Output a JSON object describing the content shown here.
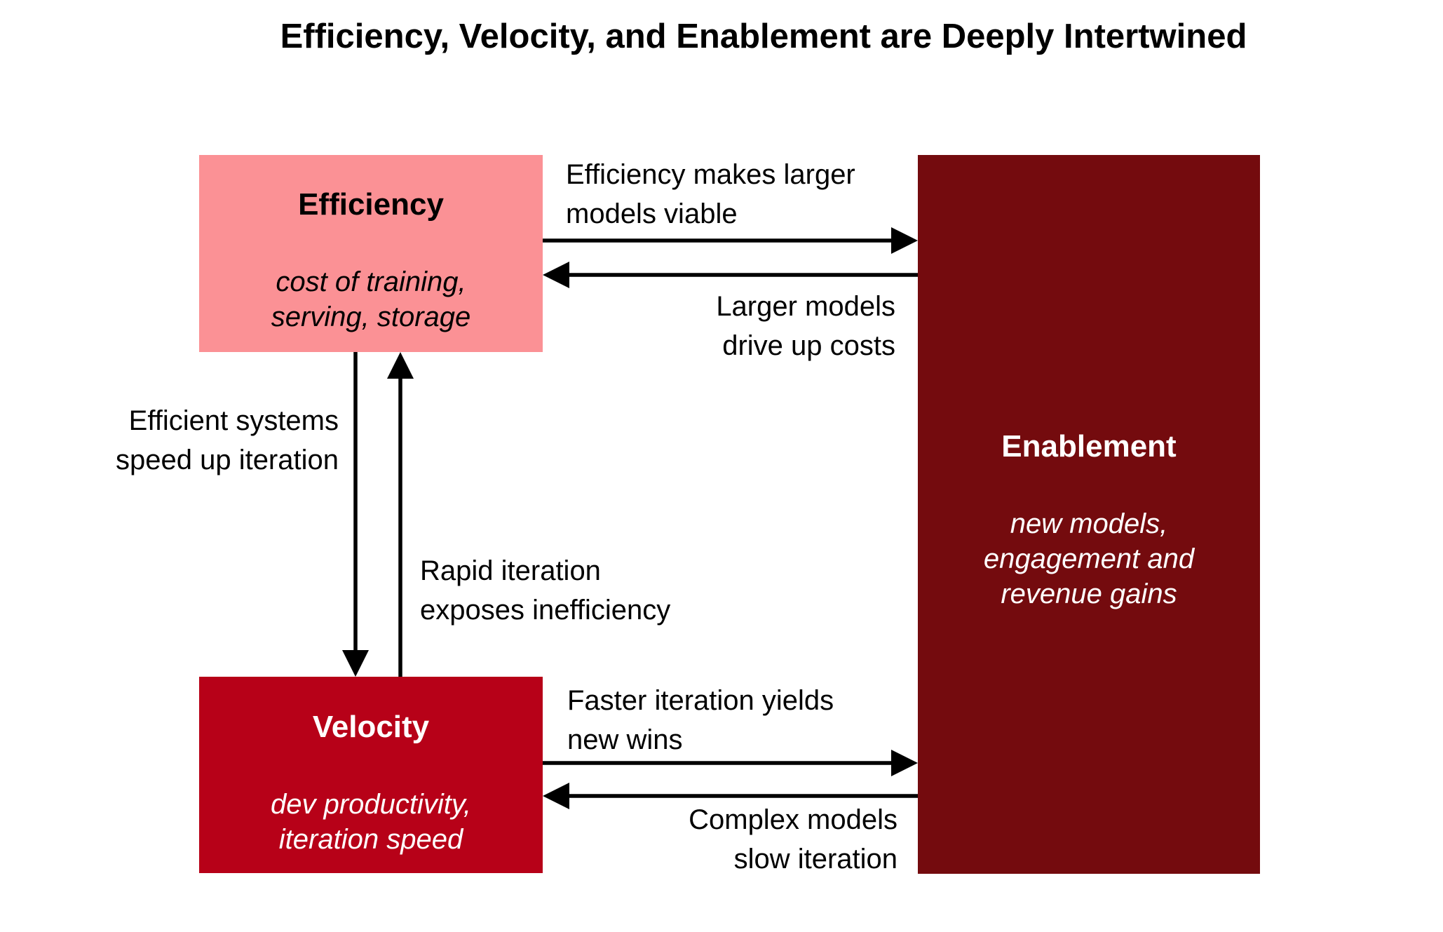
{
  "title": "Efficiency, Velocity, and Enablement are Deeply Intertwined",
  "colors": {
    "background": "#FFFFFF",
    "efficiency_fill": "#FB9195",
    "velocity_fill": "#B70118",
    "enablement_fill": "#740B0E",
    "arrow_color": "#000000",
    "title_text": "#000000",
    "light_text": "#FFFFFF"
  },
  "nodes": {
    "efficiency": {
      "label": "Efficiency",
      "sublines": [
        "cost of training,",
        "serving, storage"
      ]
    },
    "velocity": {
      "label": "Velocity",
      "sublines": [
        "dev productivity,",
        "iteration speed"
      ]
    },
    "enablement": {
      "label": "Enablement",
      "sublines": [
        "new models,",
        "engagement and",
        "revenue gains"
      ]
    }
  },
  "edges": [
    {
      "from": "Efficiency",
      "to": "Enablement",
      "direction": "right",
      "lines": [
        "Efficiency makes larger",
        "models viable"
      ]
    },
    {
      "from": "Enablement",
      "to": "Efficiency",
      "direction": "left",
      "lines": [
        "Larger models",
        "drive up costs"
      ]
    },
    {
      "from": "Efficiency",
      "to": "Velocity",
      "direction": "down",
      "lines": [
        "Efficient systems",
        "speed up iteration"
      ]
    },
    {
      "from": "Velocity",
      "to": "Efficiency",
      "direction": "up",
      "lines": [
        "Rapid iteration",
        "exposes inefficiency"
      ]
    },
    {
      "from": "Velocity",
      "to": "Enablement",
      "direction": "right",
      "lines": [
        "Faster iteration yields",
        "new wins"
      ]
    },
    {
      "from": "Enablement",
      "to": "Velocity",
      "direction": "left",
      "lines": [
        "Complex models",
        "slow iteration"
      ]
    }
  ]
}
